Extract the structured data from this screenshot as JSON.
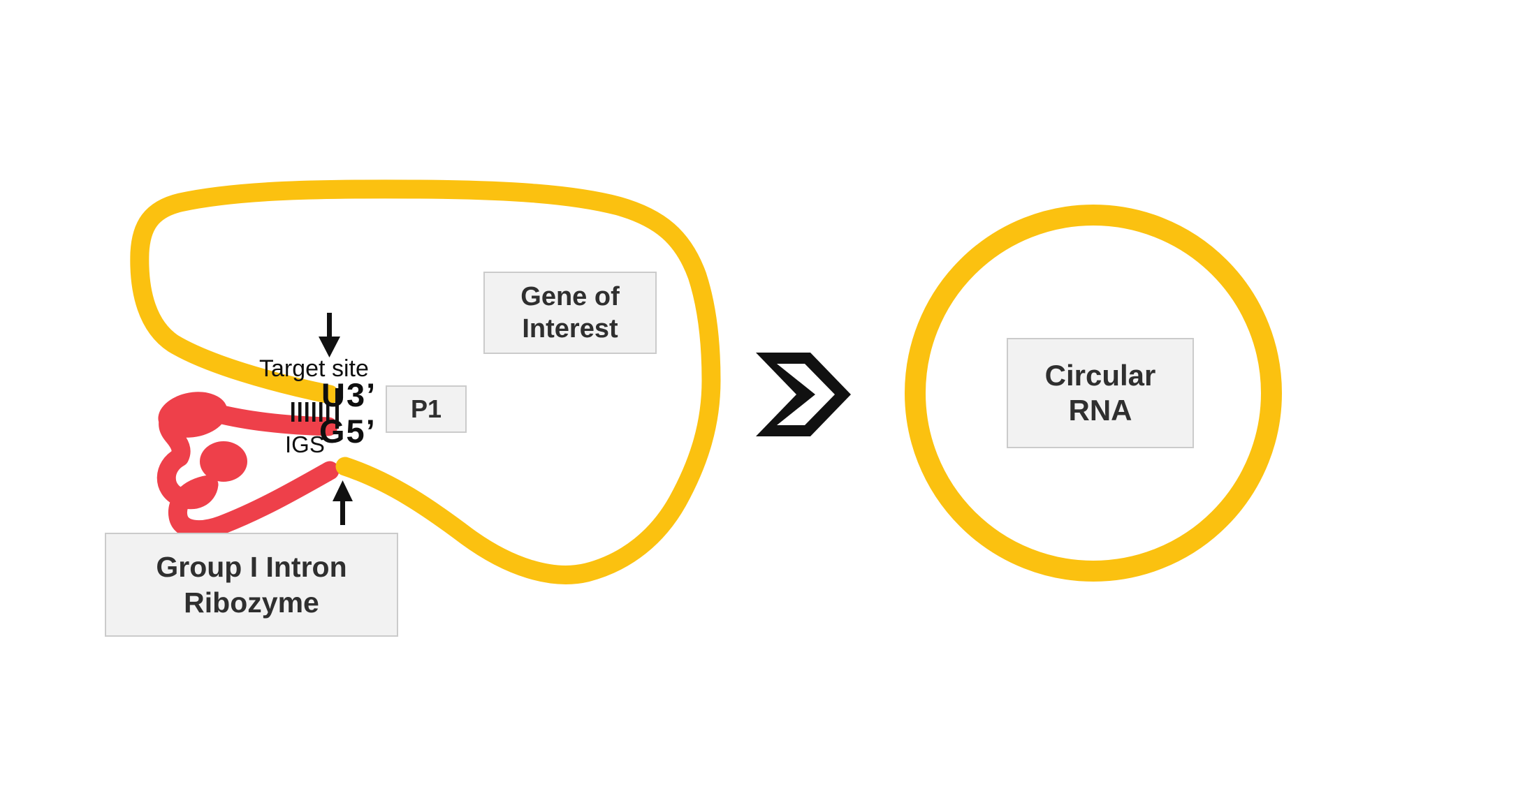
{
  "diagram": {
    "labels": {
      "gene_of_interest": "Gene of Interest",
      "target_site": "Target site",
      "u3": "U3’",
      "g5": "G5’",
      "igs": "IGS",
      "p1": "P1",
      "group_i_intron_ribozyme": "Group I Intron Ribozyme",
      "circular_rna": "Circular RNA"
    },
    "icons": {
      "target_site_arrow": "down-arrow",
      "splice_junction_arrow": "up-arrow",
      "reaction_step": "right-chevron-outline"
    },
    "colors": {
      "rna_yellow": "#FBC110",
      "ribozyme_red": "#EE404A",
      "label_box_bg": "#F2F2F2",
      "label_box_border": "#CBCBCB",
      "annotation_black": "#0F0F0F",
      "label_text": "#2F2F2F",
      "background": "#FFFFFF"
    }
  }
}
